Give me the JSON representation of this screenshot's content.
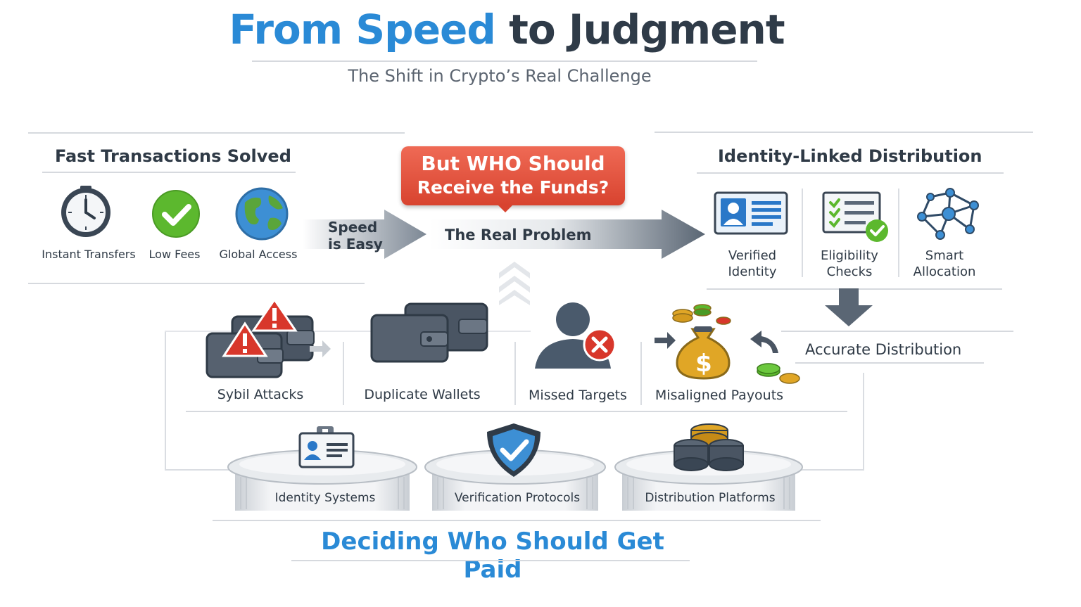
{
  "header": {
    "title_part1": "From Speed",
    "title_part2": "to Judgment",
    "subtitle": "The Shift in Crypto’s Real Challenge"
  },
  "left_section": {
    "title": "Fast Transactions Solved",
    "items": [
      {
        "label": "Instant Transfers",
        "icon": "clock-icon"
      },
      {
        "label": "Low Fees",
        "icon": "checkmark-icon"
      },
      {
        "label": "Global Access",
        "icon": "globe-icon"
      }
    ]
  },
  "arrow_left": {
    "line1": "Speed",
    "line2": "is Easy"
  },
  "callout": {
    "line1": "But WHO Should",
    "line2": "Receive the Funds?"
  },
  "arrow_main": {
    "label": "The Real Problem"
  },
  "right_section": {
    "title": "Identity-Linked Distribution",
    "items": [
      {
        "line1": "Verified",
        "line2": "Identity",
        "icon": "id-card-icon"
      },
      {
        "line1": "Eligibility",
        "line2": "Checks",
        "icon": "checklist-icon"
      },
      {
        "line1": "Smart",
        "line2": "Allocation",
        "icon": "network-icon"
      }
    ],
    "result": "Accurate Distribution"
  },
  "problems": [
    {
      "label": "Sybil Attacks",
      "icon": "warning-wallets-icon"
    },
    {
      "label": "Duplicate Wallets",
      "icon": "wallets-icon"
    },
    {
      "label": "Missed Targets",
      "icon": "user-x-icon"
    },
    {
      "label": "Misaligned Payouts",
      "icon": "money-bag-icon"
    }
  ],
  "pillars": [
    {
      "label": "Identity Systems",
      "icon": "id-badge-icon"
    },
    {
      "label": "Verification Protocols",
      "icon": "shield-check-icon"
    },
    {
      "label": "Distribution Platforms",
      "icon": "coin-stack-icon"
    }
  ],
  "footer": {
    "title": "Deciding Who Should Get Paid"
  },
  "colors": {
    "accent": "#2a8ad6",
    "alert": "#e0503b",
    "dark": "#2f3b48",
    "green": "#5cb82e"
  }
}
